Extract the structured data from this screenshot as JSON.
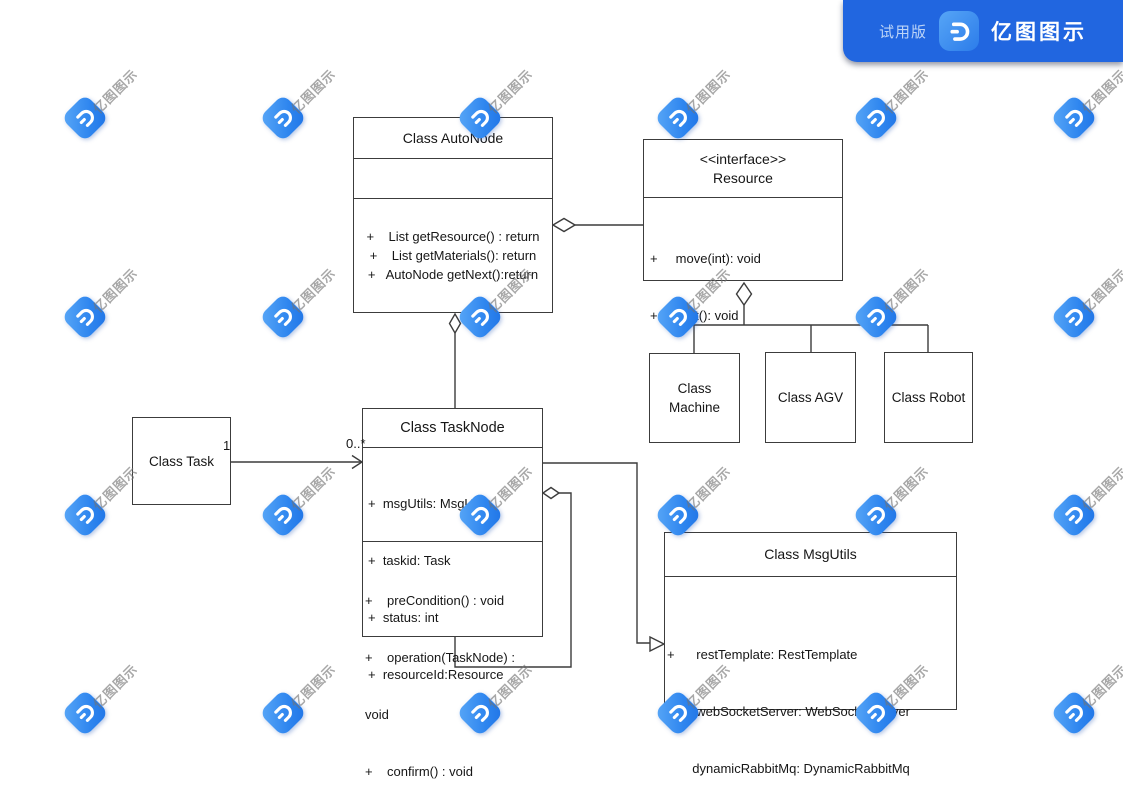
{
  "banner": {
    "trial_label": "试用版",
    "app_name": "亿图图示"
  },
  "watermark": {
    "text": "亿图图示",
    "rows": [
      118,
      317,
      515,
      713
    ],
    "cols": [
      85,
      283,
      480,
      678,
      876,
      1074
    ]
  },
  "colors": {
    "banner_blue": "#2166e0",
    "logo_blue_light": "#56a5f6",
    "logo_blue_dark": "#2c7cea",
    "line_color": "#3c3c3c",
    "watermark_gray": "#737373"
  },
  "labels": {
    "task_side_multiplicity": "1",
    "tasknode_side_multiplicity": "0..*"
  },
  "classes": {
    "autoNode": {
      "title": "Class AutoNode",
      "methods": [
        "+    List getResource() : return",
        "+    List getMaterials(): return",
        "+   AutoNode getNext():return"
      ]
    },
    "resource": {
      "stereotype": "<<interface>>",
      "title": "Resource",
      "methods": [
        "+     move(int): void",
        "+     wait(): void"
      ]
    },
    "machine": {
      "title": "Class Machine"
    },
    "agv": {
      "title": "Class AGV"
    },
    "robot": {
      "title": "Class Robot"
    },
    "task": {
      "title": "Class Task"
    },
    "taskNode": {
      "title": "Class TaskNode",
      "attributes": [
        "+  msgUtils: MsgUtils",
        "+  taskid: Task",
        "+  status: int",
        "+  resourceId:Resource"
      ],
      "methods": [
        "+    preCondition() : void",
        "+    operation(TaskNode) :",
        "void",
        "+    confirm() : void"
      ]
    },
    "msgUtils": {
      "title": "Class MsgUtils",
      "attributes": [
        "+      restTemplate: RestTemplate",
        "+      webSocketServer: WebSocketServer",
        "       dynamicRabbitMq: DynamicRabbitMq"
      ]
    }
  }
}
